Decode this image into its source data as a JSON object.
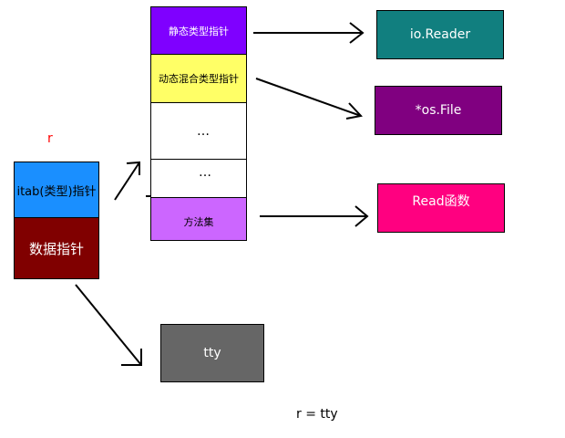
{
  "var_label": "r",
  "interface_value": {
    "itab_cell": {
      "label": "itab(类型)指针",
      "color": "#1a8fff"
    },
    "data_cell": {
      "label": "数据指针",
      "color": "#800000"
    }
  },
  "itab": {
    "rows": [
      {
        "label": "静态类型指针",
        "color": "#7f00ff"
      },
      {
        "label": "动态混合类型指针",
        "color": "#ffff66"
      },
      {
        "label": "…",
        "color": "#ffffff"
      },
      {
        "label": "…",
        "color": "#ffffff"
      },
      {
        "label": "方法集",
        "color": "#cc66ff"
      }
    ]
  },
  "targets": {
    "static_type": {
      "label": "io.Reader",
      "color": "#117f7f"
    },
    "dynamic_type": {
      "label": "*os.File",
      "color": "#800080"
    },
    "method": {
      "label": "Read函数",
      "color": "#ff0080"
    },
    "data": {
      "label": "tty",
      "color": "#666666"
    }
  },
  "caption": "r = tty"
}
